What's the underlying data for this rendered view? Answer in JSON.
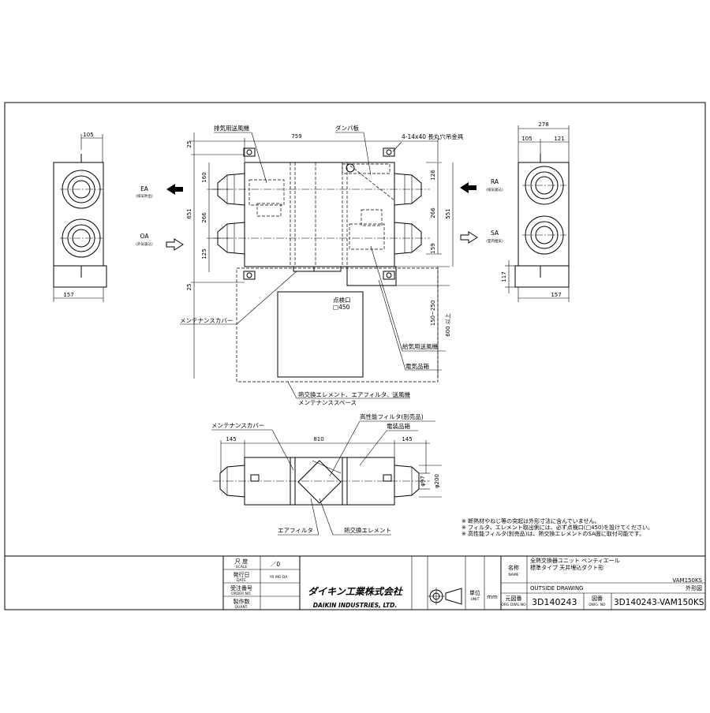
{
  "drawing": {
    "fan_exhaust": "排気用送風機",
    "damper": "ダンパ板",
    "hanger": "4-14x40 長丸穴吊金具",
    "ea": "EA",
    "ea_sub": "(排気吹出)",
    "oa": "OA",
    "oa_sub": "(外気吸込)",
    "ra": "RA",
    "ra_sub": "(排気吸込)",
    "sa": "SA",
    "sa_sub": "(室内給気)",
    "inspection": "点検口",
    "inspection_size": "□450",
    "maint_cover": "メンテナンスカバー",
    "fan_supply": "給気用送風機",
    "elec_box": "電気品箱",
    "space_1": "熱交換エレメント、エアフィルタ、送風機",
    "space_2": "メンテナンススペース",
    "hp_filter": "高性能フィルタ(別売品)",
    "elec_box_2": "電装品箱",
    "air_filter": "エアフィルタ",
    "hx_element": "熱交換エレメント"
  },
  "dims": {
    "d105a": "105",
    "d157a": "157",
    "d25a": "25",
    "d759": "759",
    "d160": "160",
    "d651": "651",
    "d266a": "266",
    "d125": "125",
    "d25b": "25",
    "d126": "126",
    "d266b": "266",
    "d551": "551",
    "d159": "159",
    "d150_250": "150~250",
    "d600": "600 以上",
    "d278": "278",
    "d105b": "105",
    "d121": "121",
    "d117": "117",
    "d157b": "157",
    "d145a": "145",
    "d810": "810",
    "d145b": "145",
    "d97": "φ97",
    "d200": "φ200"
  },
  "notes": [
    "※ 断熱材やねじ等の突起は外形寸法に含んでいません。",
    "※ フィルタ、エレメント取出側には、必ず点検口(□450)を設けてください。",
    "※ 高性能フィルタ(別売品)は、熱交換エレメントのSA面に取付可能です。"
  ],
  "title_block": {
    "scale_label": "尺 度",
    "scale_sub": "SCALE",
    "scale_val": "／0",
    "date_label": "発行日",
    "date_sub": "DATE",
    "date_val": "YR  MO  DA",
    "order_label": "受注番号",
    "order_sub": "ORDER NO.",
    "qty_label": "製作数",
    "qty_sub": "QUANT.",
    "company_jp": "ダイキン工業株式会社",
    "company_en": "DAIKIN INDUSTRIES, LTD.",
    "unit_label": "単位",
    "unit_sub": "UNIT",
    "unit_val": "mm",
    "name_label": "名称",
    "name_sub": "NAME",
    "name_line1": "全熱交換器ユニット ベンティエール",
    "name_line2": "標準タイプ 天井埋込ダクト形",
    "model": "VAM150KS",
    "drawing_type_en": "OUTSIDE DRAWING",
    "drawing_type_jp": "外形図",
    "orig_label": "元図番",
    "orig_sub": "ORG DWG.NO",
    "orig_val": "3D140243",
    "dwg_label": "図番",
    "dwg_sub": "DWG. NO",
    "dwg_val": "3D140243-VAM150KS"
  }
}
